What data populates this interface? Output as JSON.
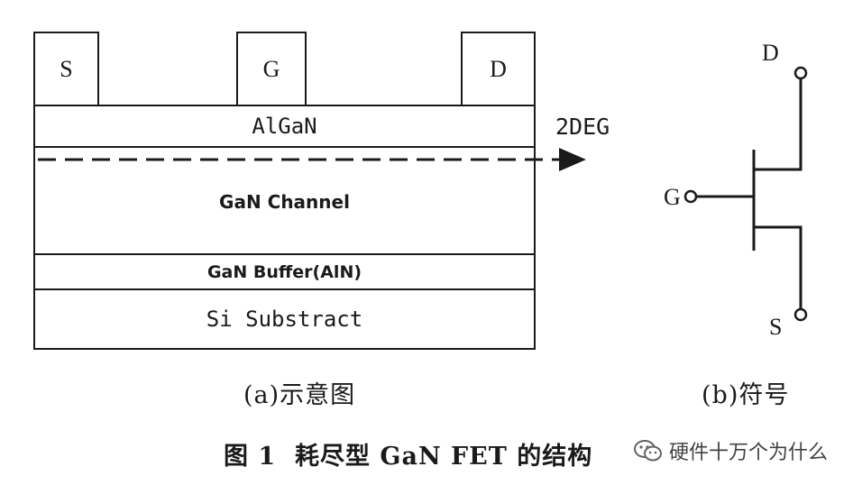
{
  "structure": {
    "terminals": {
      "source": "S",
      "gate": "G",
      "drain": "D"
    },
    "layers": {
      "barrier": "AlGaN",
      "channel": "GaN Channel",
      "buffer": "GaN Buffer(AlN)",
      "substrate": "Si Substract"
    },
    "twodeg_label": "2DEG",
    "caption": "(a)示意图"
  },
  "symbol": {
    "drain": "D",
    "gate": "G",
    "source": "S",
    "caption": "(b)符号"
  },
  "figure_caption": "图 1  耗尽型 GaN FET 的结构",
  "watermark": {
    "text": "硬件十万个为什么",
    "icon": "wechat-icon"
  }
}
